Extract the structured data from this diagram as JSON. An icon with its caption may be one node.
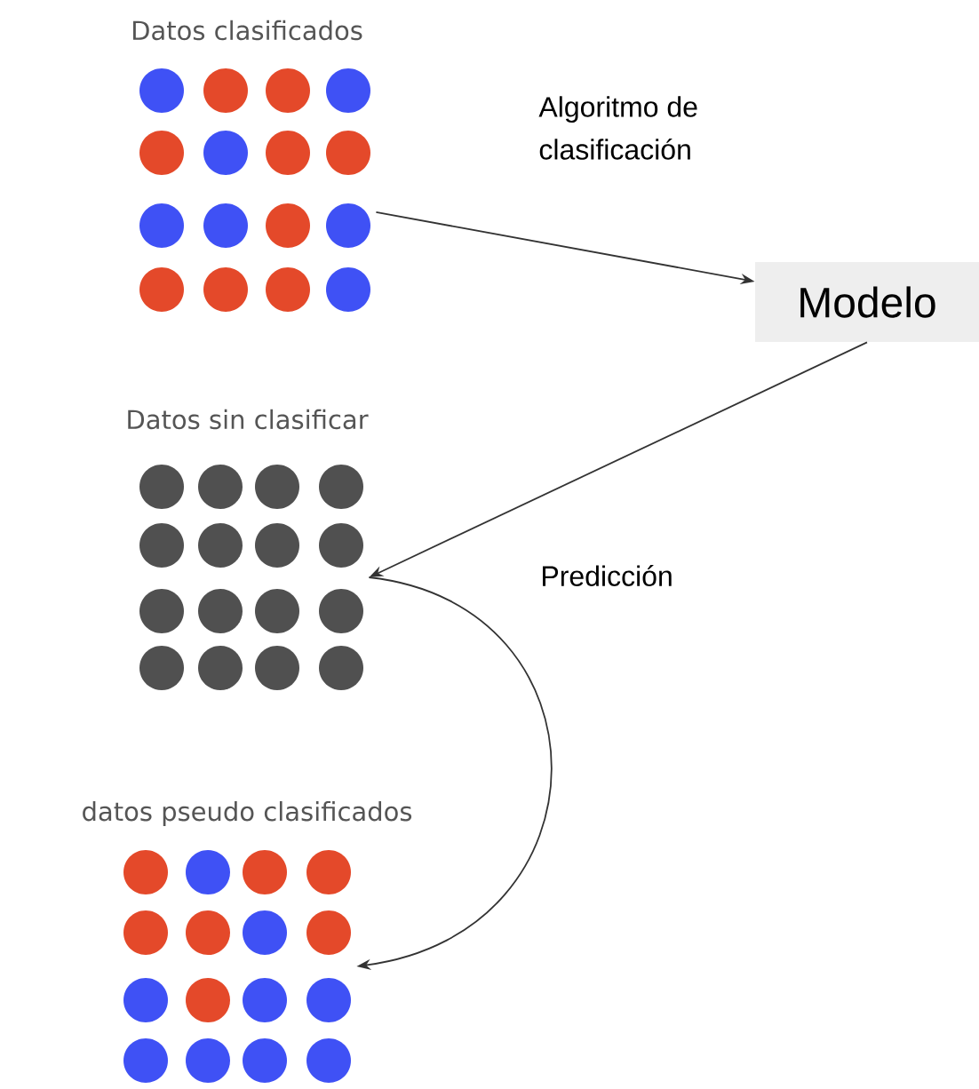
{
  "diagram": {
    "nodes": [
      {
        "text": [
          "Datos clasificados"
        ]
      },
      {
        "text": [
          "Modelo"
        ]
      },
      {
        "text": [
          "Datos sin clasificar"
        ]
      },
      {
        "text": [
          "datos pseudo clasificados"
        ]
      }
    ],
    "edges": [
      {
        "from": 0,
        "to": 1,
        "arrow": "to",
        "label": "Algoritmo de clasificación"
      },
      {
        "from": 1,
        "to": 2,
        "arrow": "to"
      },
      {
        "from": 2,
        "to": 3,
        "arrow": "to",
        "label": "Predicción"
      }
    ]
  }
}
